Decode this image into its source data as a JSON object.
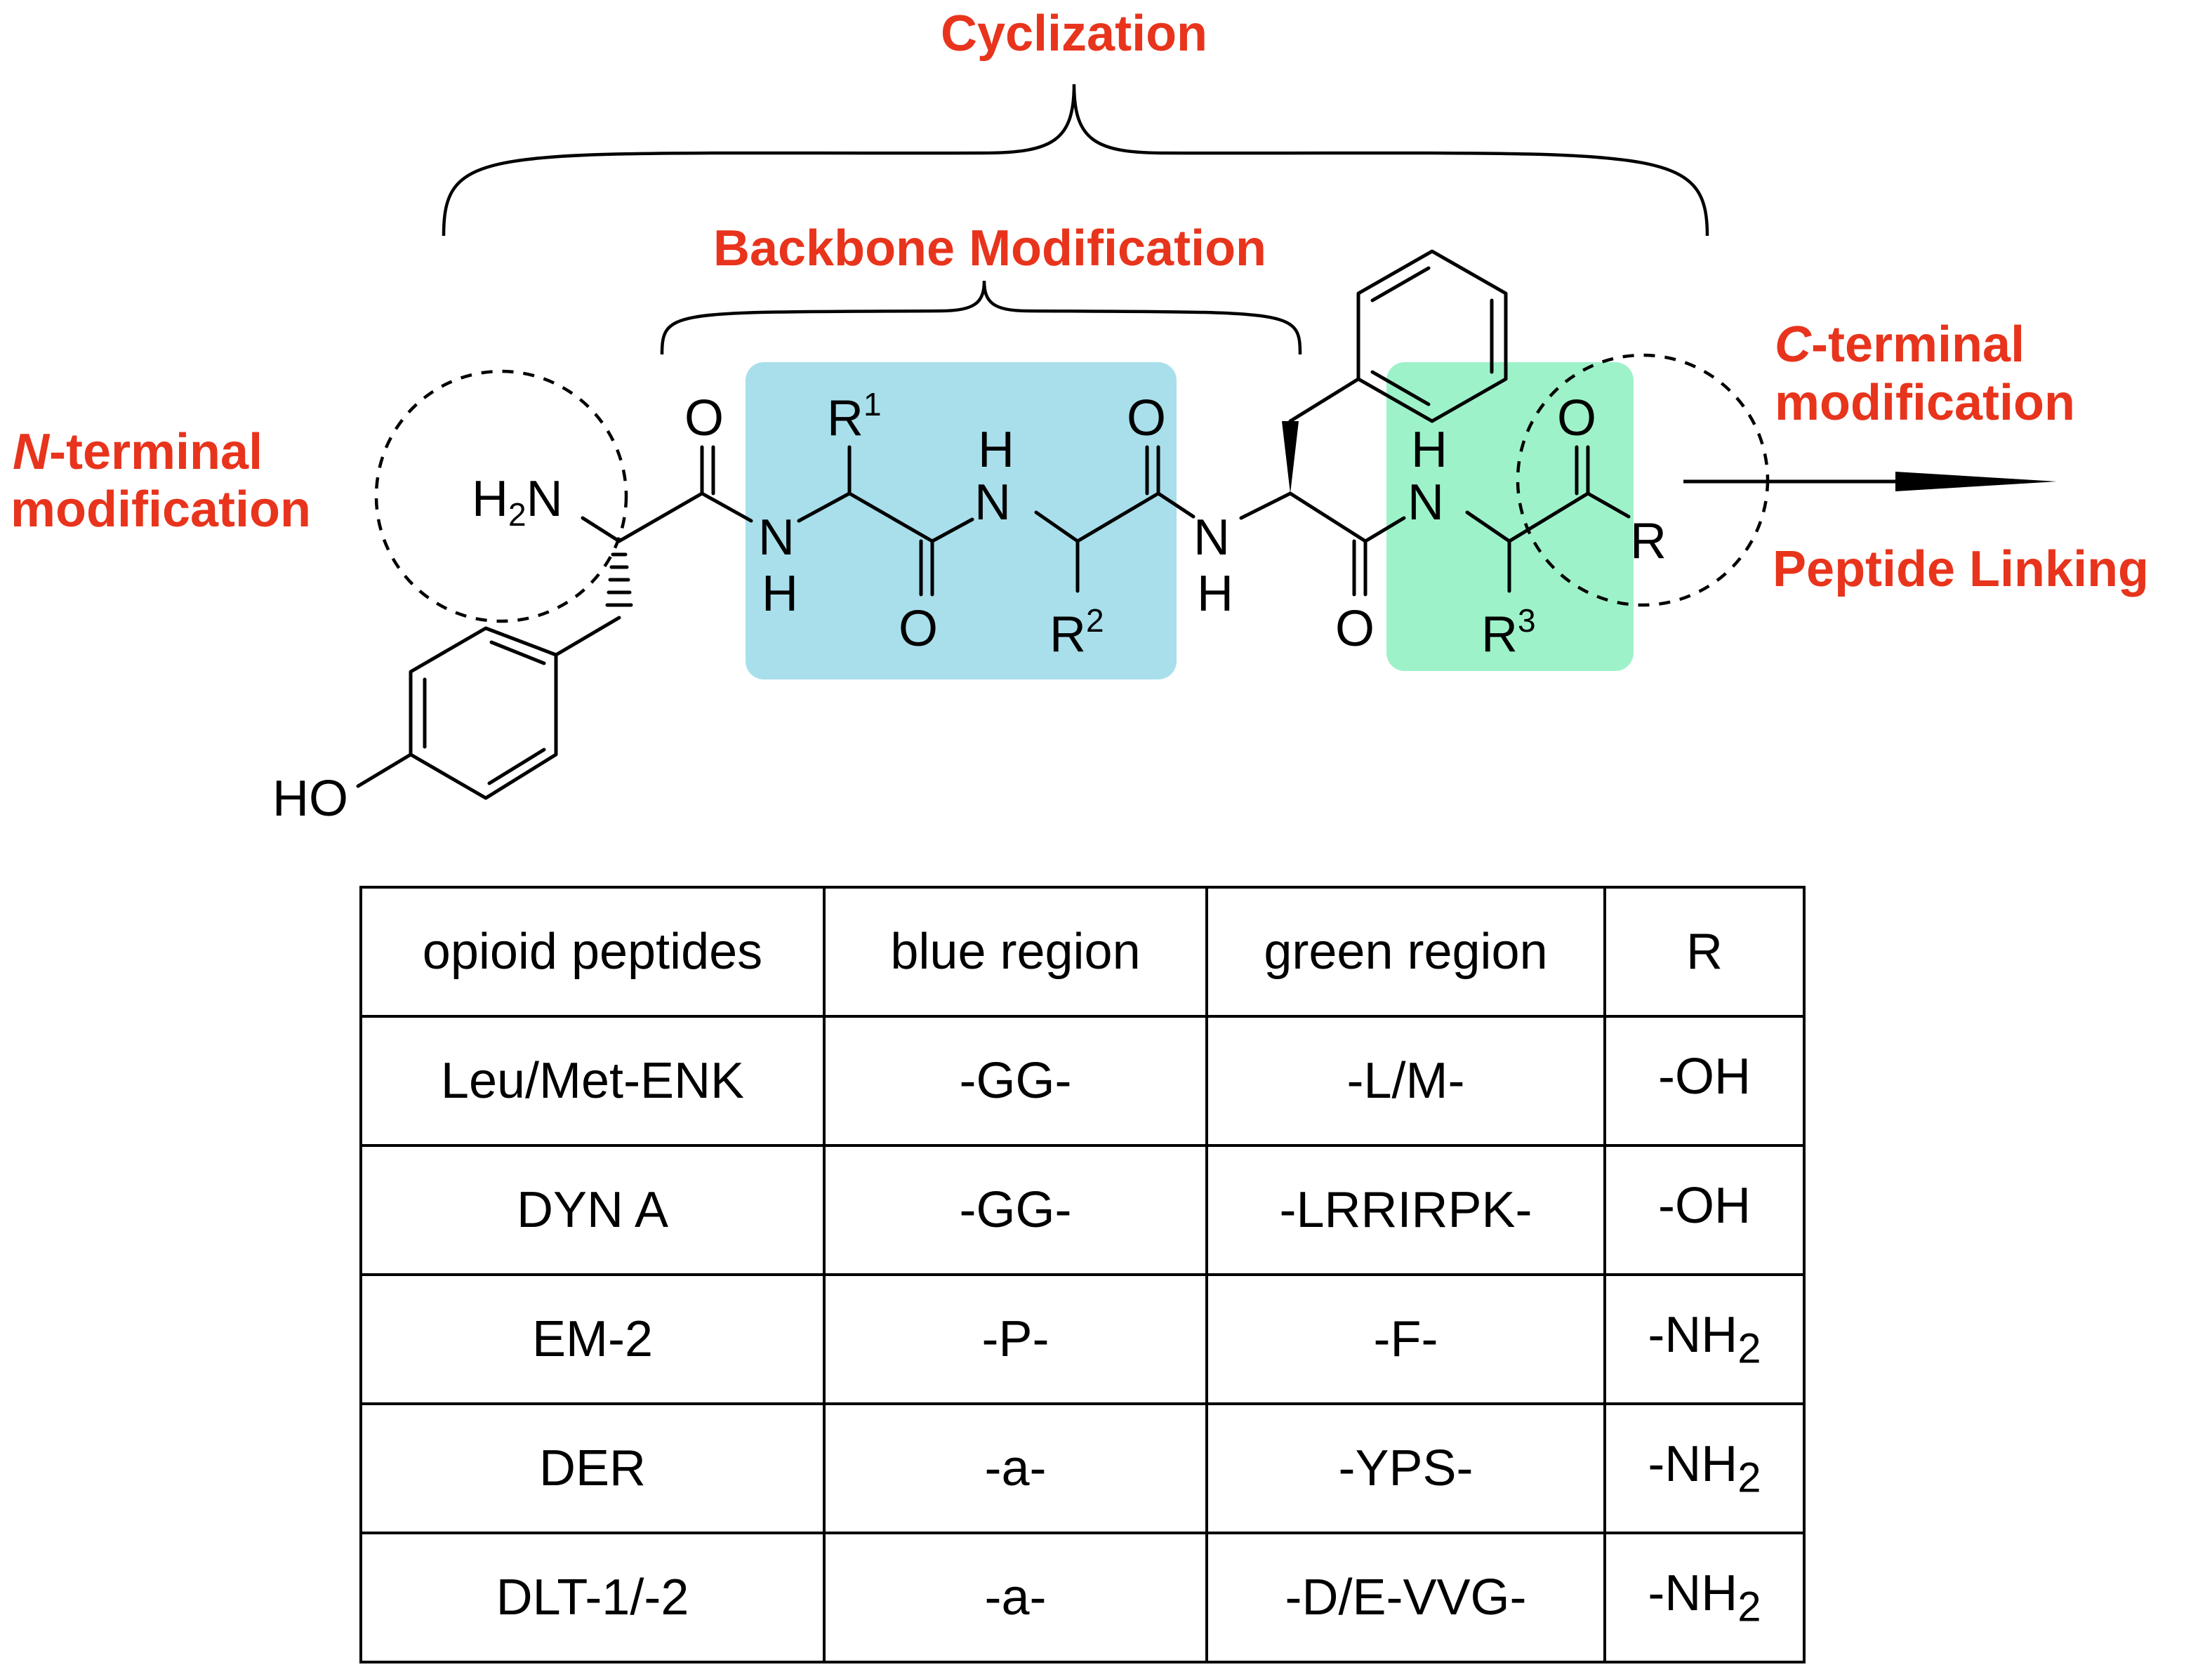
{
  "labels": {
    "cyclization": "Cyclization",
    "backbone": "Backbone Modification",
    "n_terminal_1": "N",
    "n_terminal_2": "-terminal",
    "n_terminal_3": "modification",
    "c_terminal_1": "C",
    "c_terminal_2": "-terminal",
    "c_terminal_3": "modification",
    "peptide_linking": "Peptide Linking"
  },
  "atoms": {
    "h2n_H": "H",
    "h2n_2": "2",
    "h2n_N": "N",
    "ho": "HO",
    "o1": "O",
    "nh1_N": "N",
    "nh1_H": "H",
    "r1": "R",
    "r1_sup": "1",
    "o2": "O",
    "nh2_H": "H",
    "nh2_N": "N",
    "r2": "R",
    "r2_sup": "2",
    "o3": "O",
    "nh3_N": "N",
    "nh3_H": "H",
    "o4": "O",
    "nh4_H": "H",
    "nh4_N": "N",
    "r3": "R",
    "r3_sup": "3",
    "o5": "O",
    "r_end": "R"
  },
  "colors": {
    "label_red": "#e8341c",
    "blue_region": "#a8dfeb",
    "green_region": "#9ef2c9"
  },
  "table": {
    "headers": [
      "opioid peptides",
      "blue region",
      "green region",
      "R"
    ],
    "rows": [
      {
        "peptide": "Leu/Met-ENK",
        "blue": "-GG-",
        "green": "-L/M-",
        "r": "-OH",
        "r_sub": ""
      },
      {
        "peptide": "DYN A",
        "blue": "-GG-",
        "green": "-LRRIRPK-",
        "r": "-OH",
        "r_sub": ""
      },
      {
        "peptide": "EM-2",
        "blue": "-P-",
        "green": "-F-",
        "r": "-NH",
        "r_sub": "2"
      },
      {
        "peptide": "DER",
        "blue": "-a-",
        "green": "-YPS-",
        "r": "-NH",
        "r_sub": "2"
      },
      {
        "peptide": "DLT-1/-2",
        "blue": "-a-",
        "green": "-D/E-VVG-",
        "r": "-NH",
        "r_sub": "2"
      }
    ]
  }
}
